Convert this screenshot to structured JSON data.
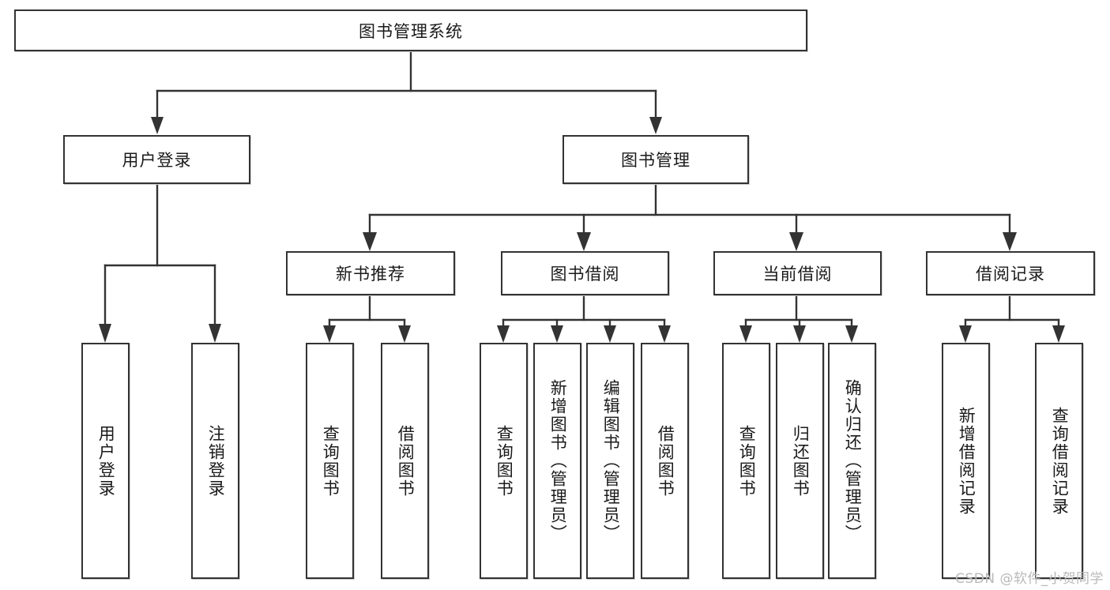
{
  "diagram": {
    "title_node": {
      "label": "图书管理系统"
    },
    "level1": [
      {
        "label": "用户登录"
      },
      {
        "label": "图书管理"
      }
    ],
    "level2": [
      {
        "label": "新书推荐"
      },
      {
        "label": "图书借阅"
      },
      {
        "label": "当前借阅"
      },
      {
        "label": "借阅记录"
      }
    ],
    "leaves": {
      "user_login": [
        {
          "label": "用户登录"
        },
        {
          "label": "注销登录"
        }
      ],
      "new_book": [
        {
          "label": "查询图书"
        },
        {
          "label": "借阅图书"
        }
      ],
      "book_borrow": [
        {
          "label": "查询图书"
        },
        {
          "label": "新增图书（管理员）"
        },
        {
          "label": "编辑图书（管理员）"
        },
        {
          "label": "借阅图书"
        }
      ],
      "current_borrow": [
        {
          "label": "查询图书"
        },
        {
          "label": "归还图书"
        },
        {
          "label": "确认归还（管理员）"
        }
      ],
      "borrow_record": [
        {
          "label": "新增借阅记录"
        },
        {
          "label": "查询借阅记录"
        }
      ]
    }
  },
  "watermark": {
    "text": "CSDN @软件_小贺同学"
  },
  "colors": {
    "border": "#333333",
    "background": "#ffffff",
    "text": "#1a1a1a",
    "watermark": "#b9b9b9"
  }
}
